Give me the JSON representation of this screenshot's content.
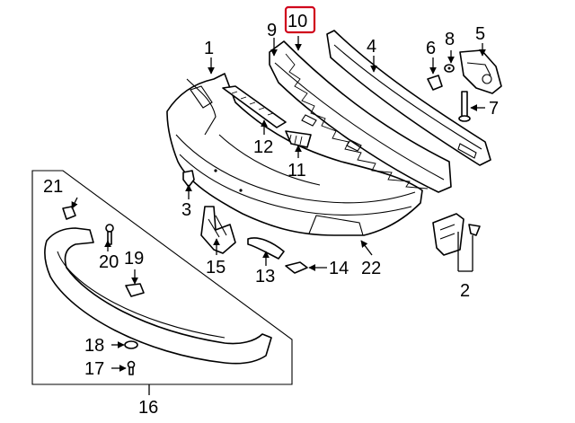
{
  "diagram": {
    "highlight_color": "#d0021b",
    "highlighted_callout": "10",
    "callouts": {
      "c1": "1",
      "c2": "2",
      "c3": "3",
      "c4": "4",
      "c5": "5",
      "c6": "6",
      "c7": "7",
      "c8": "8",
      "c9": "9",
      "c10": "10",
      "c11": "11",
      "c12": "12",
      "c13": "13",
      "c14": "14",
      "c15": "15",
      "c16": "16",
      "c17": "17",
      "c18": "18",
      "c19": "19",
      "c20": "20",
      "c21": "21",
      "c22": "22"
    }
  }
}
